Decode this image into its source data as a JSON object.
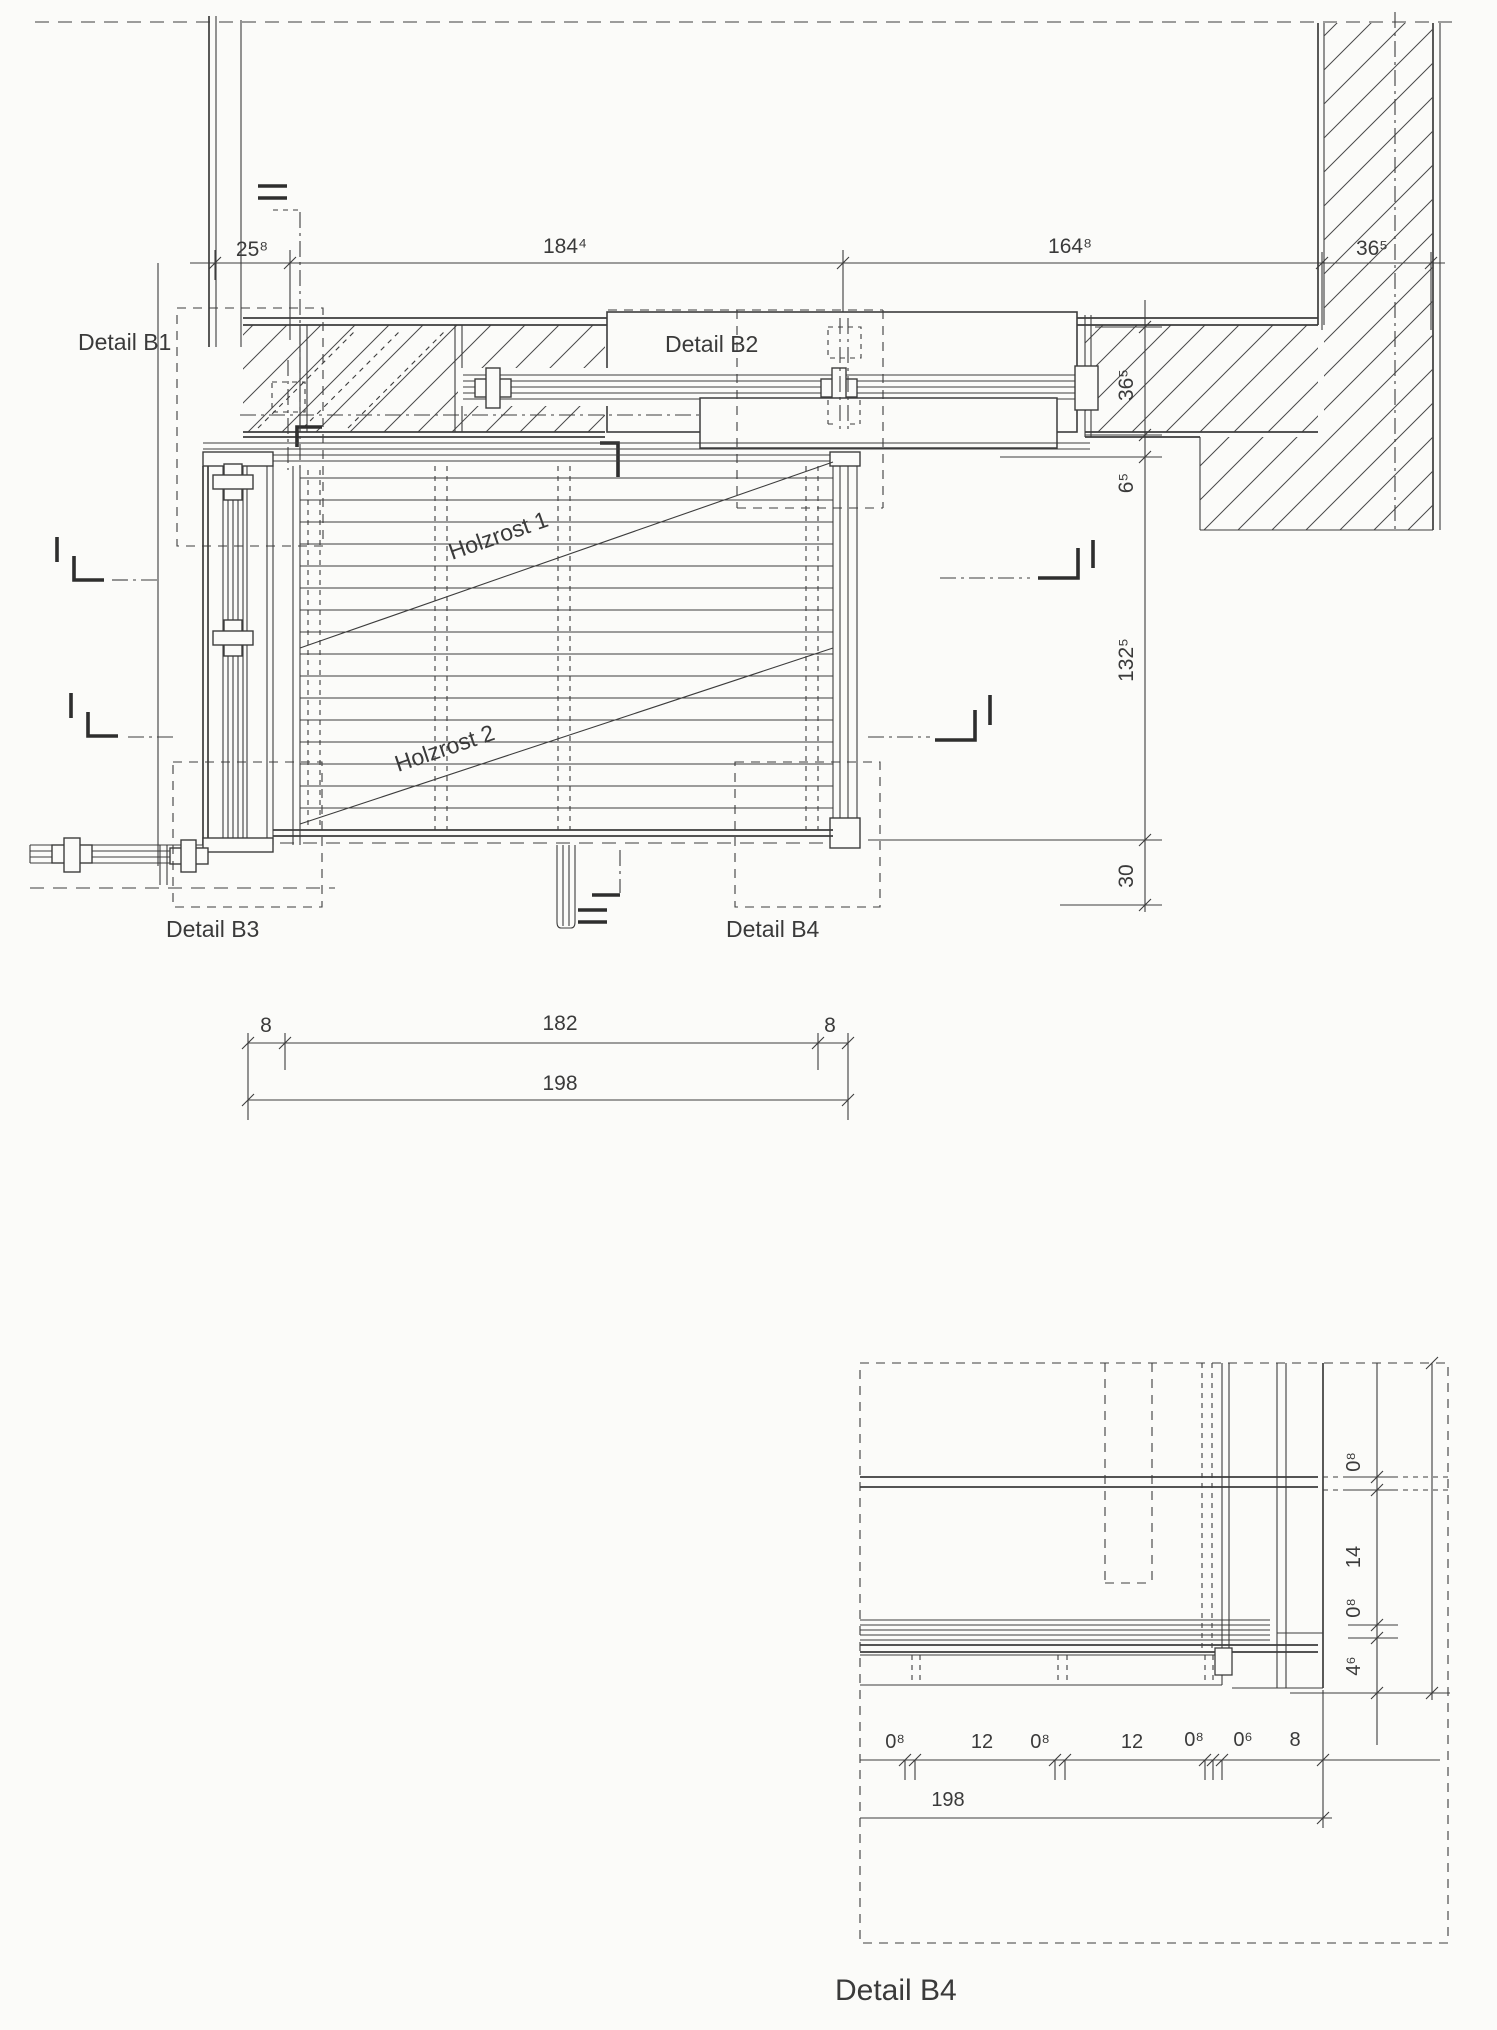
{
  "drawing": {
    "type": "architectural-detail-plan",
    "callouts": {
      "b1": "Detail B1",
      "b2": "Detail B2",
      "b3": "Detail B3",
      "b4": "Detail B4"
    },
    "annotations": {
      "holzrost1": "Holzrost 1",
      "holzrost2": "Holzrost 2"
    },
    "detail_view_title": "Detail B4",
    "dims": {
      "top": [
        "25⁸",
        "184⁴",
        "164⁸",
        "36⁵"
      ],
      "right": [
        "36⁵",
        "6⁵",
        "132⁵",
        "30"
      ],
      "bottom_first": [
        "8",
        "182",
        "8"
      ],
      "bottom_total": "198",
      "b4_right": [
        "0⁸",
        "14",
        "0⁸",
        "4⁶"
      ],
      "b4_bottom": [
        "0⁸",
        "12",
        "0⁸",
        "12",
        "0⁸",
        "0⁶",
        "8"
      ],
      "b4_total": "198"
    },
    "colors": {
      "ink": "#3d3d3d",
      "paper": "#fbfbf9"
    }
  }
}
